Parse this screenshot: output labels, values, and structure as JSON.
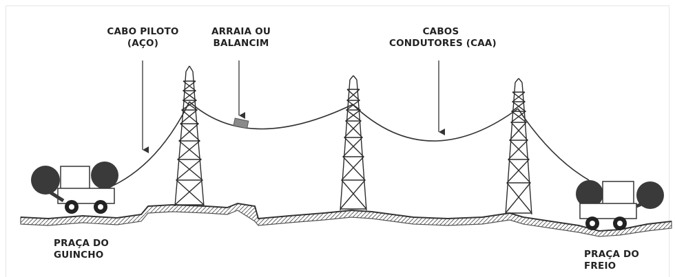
{
  "labels": {
    "cabo_piloto": [
      "CABO PILOTO",
      "(AÇO)"
    ],
    "arraia": [
      "ARRAIA OU",
      "BALANCIM"
    ],
    "cabos_condutores": [
      "CABOS",
      "CONDUTORES (CAA)"
    ],
    "praca_guincho": [
      "PRAÇA DO",
      "GUINCHO"
    ],
    "praca_freio": [
      "PRAÇA DO",
      "FREIO"
    ]
  },
  "colors": {
    "line": "#333333",
    "tower": "#2b2b2b",
    "drum": "#3a3a3a",
    "balancim": "#8a8a8a",
    "ground": "#555555"
  }
}
